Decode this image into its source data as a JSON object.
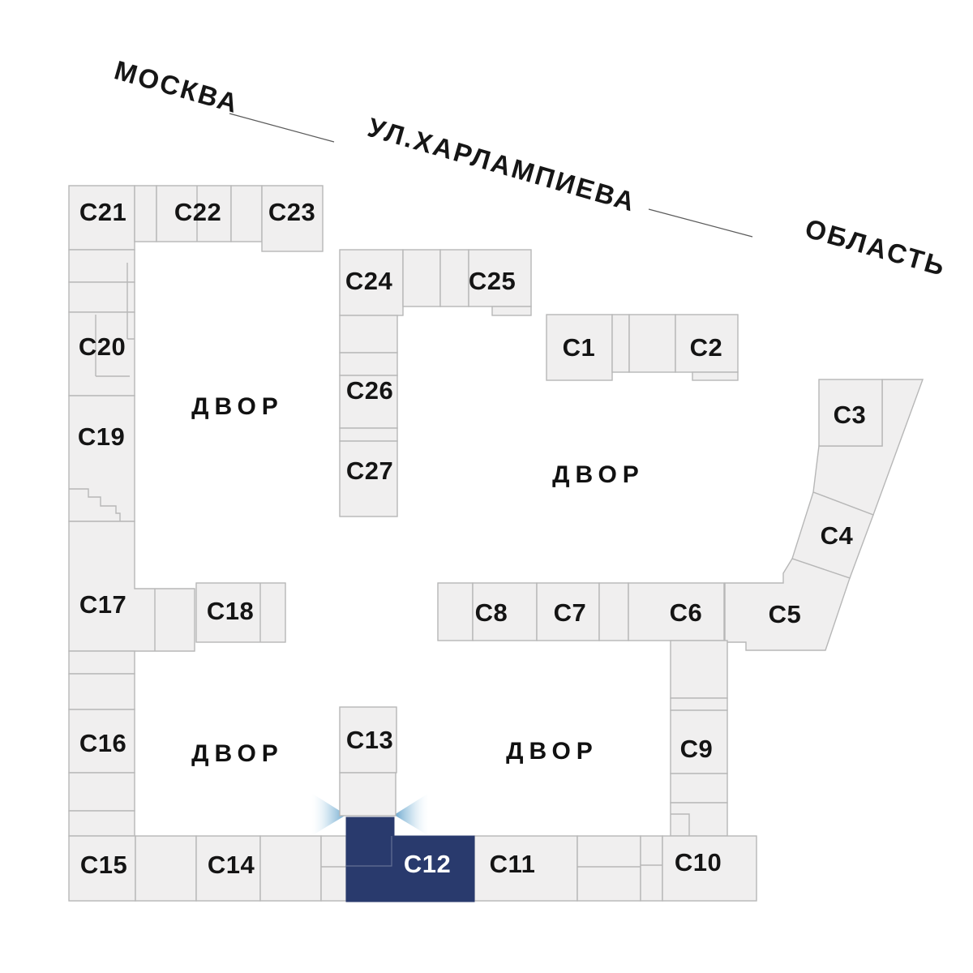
{
  "map": {
    "city_label": "МОСКВА",
    "street_label": "УЛ.ХАРЛАМПИЕВА",
    "region_label": "ОБЛАСТЬ",
    "courtyard_labels": [
      "ДВОР",
      "ДВОР",
      "ДВОР",
      "ДВОР"
    ],
    "buildings": {
      "c1": "С1",
      "c2": "С2",
      "c3": "С3",
      "c4": "С4",
      "c5": "С5",
      "c6": "С6",
      "c7": "С7",
      "c8": "С8",
      "c9": "С9",
      "c10": "С10",
      "c11": "С11",
      "c12": "С12",
      "c13": "С13",
      "c14": "С14",
      "c15": "С15",
      "c16": "С16",
      "c17": "С17",
      "c18": "С18",
      "c19": "С19",
      "c20": "С20",
      "c21": "С21",
      "c22": "С22",
      "c23": "С23",
      "c24": "С24",
      "c25": "С25",
      "c26": "С26",
      "c27": "С27"
    },
    "selected_building": "С12",
    "colors": {
      "building_fill": "#f0efef",
      "building_stroke": "#b7b7b7",
      "selected_fill": "#293a6d",
      "selected_text": "#ffffff",
      "flare_blue": "#5e9ec8",
      "text": "#141414"
    }
  }
}
